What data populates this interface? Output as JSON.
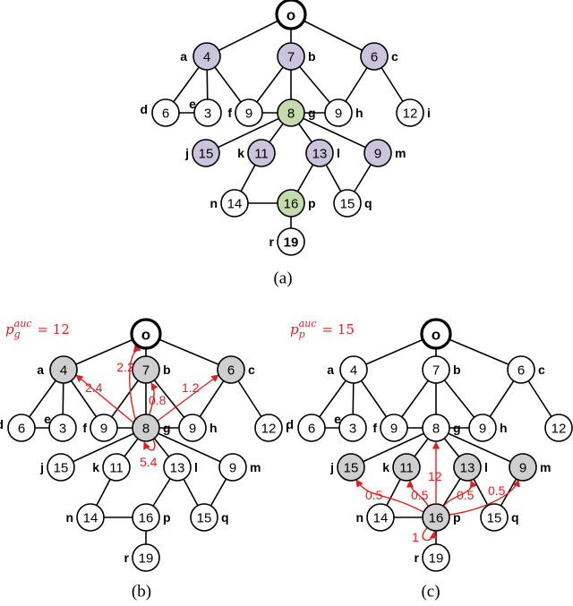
{
  "colors": {
    "purple": "#cbc4dd",
    "green": "#c6dbac",
    "gray": "#cfcfcf",
    "white": "#ffffff",
    "highlight": "#e02020"
  },
  "captions": [
    "(a)",
    "(b)",
    "(c)"
  ],
  "p_labels": {
    "b": {
      "sub": "g",
      "eq": "= 12"
    },
    "c": {
      "sub": "p",
      "eq": "= 15"
    }
  },
  "nodes": [
    {
      "id": "o",
      "value": "o"
    },
    {
      "id": "a",
      "value": "4",
      "label": "a"
    },
    {
      "id": "b",
      "value": "7",
      "label": "b"
    },
    {
      "id": "c",
      "value": "6",
      "label": "c"
    },
    {
      "id": "d",
      "value": "6",
      "label": "d"
    },
    {
      "id": "e",
      "value": "3",
      "label": "e"
    },
    {
      "id": "f",
      "value": "9",
      "label": "f"
    },
    {
      "id": "g",
      "value": "8",
      "label": "g"
    },
    {
      "id": "h",
      "value": "9",
      "label": "h"
    },
    {
      "id": "i",
      "value": "12",
      "label": "i"
    },
    {
      "id": "j",
      "value": "15",
      "label": "j"
    },
    {
      "id": "k",
      "value": "11",
      "label": "k"
    },
    {
      "id": "l",
      "value": "13",
      "label": "l"
    },
    {
      "id": "m",
      "value": "9",
      "label": "m"
    },
    {
      "id": "n",
      "value": "14",
      "label": "n"
    },
    {
      "id": "p",
      "value": "16",
      "label": "p"
    },
    {
      "id": "q",
      "value": "15",
      "label": "q"
    },
    {
      "id": "r",
      "value": "19",
      "label": "r"
    }
  ],
  "edges": [
    [
      "o",
      "a"
    ],
    [
      "o",
      "b"
    ],
    [
      "o",
      "c"
    ],
    [
      "a",
      "d"
    ],
    [
      "a",
      "e"
    ],
    [
      "a",
      "f"
    ],
    [
      "d",
      "e"
    ],
    [
      "b",
      "f"
    ],
    [
      "b",
      "g"
    ],
    [
      "b",
      "h"
    ],
    [
      "c",
      "h"
    ],
    [
      "c",
      "i"
    ],
    [
      "g",
      "f"
    ],
    [
      "g",
      "h"
    ],
    [
      "g",
      "j"
    ],
    [
      "g",
      "k"
    ],
    [
      "g",
      "l"
    ],
    [
      "g",
      "m"
    ],
    [
      "k",
      "n"
    ],
    [
      "l",
      "p"
    ],
    [
      "l",
      "q"
    ],
    [
      "m",
      "q"
    ],
    [
      "n",
      "p"
    ],
    [
      "p",
      "r"
    ]
  ],
  "fills": {
    "a": {
      "a": "purple",
      "b": "purple",
      "c": "purple",
      "g": "green",
      "j": "purple",
      "k": "purple",
      "l": "purple",
      "m": "purple",
      "p": "green"
    },
    "b": {
      "a": "gray",
      "b": "gray",
      "c": "gray",
      "g": "gray"
    },
    "c": {
      "j": "gray",
      "k": "gray",
      "l": "gray",
      "m": "gray",
      "p": "gray"
    }
  },
  "red_value_nodes": {
    "a": [
      "r"
    ]
  },
  "arrows": {
    "b": [
      {
        "from": "g",
        "to": "o",
        "label": "2.2"
      },
      {
        "from": "g",
        "to": "a",
        "label": "2.4"
      },
      {
        "from": "g",
        "to": "b",
        "label": "0.8"
      },
      {
        "from": "g",
        "to": "c",
        "label": "1.2"
      },
      {
        "from": "g",
        "to": "g",
        "label": "5.4"
      }
    ],
    "c": [
      {
        "from": "p",
        "to": "j",
        "label": "0.5"
      },
      {
        "from": "p",
        "to": "k",
        "label": "0.5"
      },
      {
        "from": "p",
        "to": "g",
        "label": "12"
      },
      {
        "from": "p",
        "to": "l",
        "label": "0.5"
      },
      {
        "from": "p",
        "to": "m",
        "label": "0.5"
      },
      {
        "from": "p",
        "to": "p",
        "label": "1"
      }
    ]
  }
}
